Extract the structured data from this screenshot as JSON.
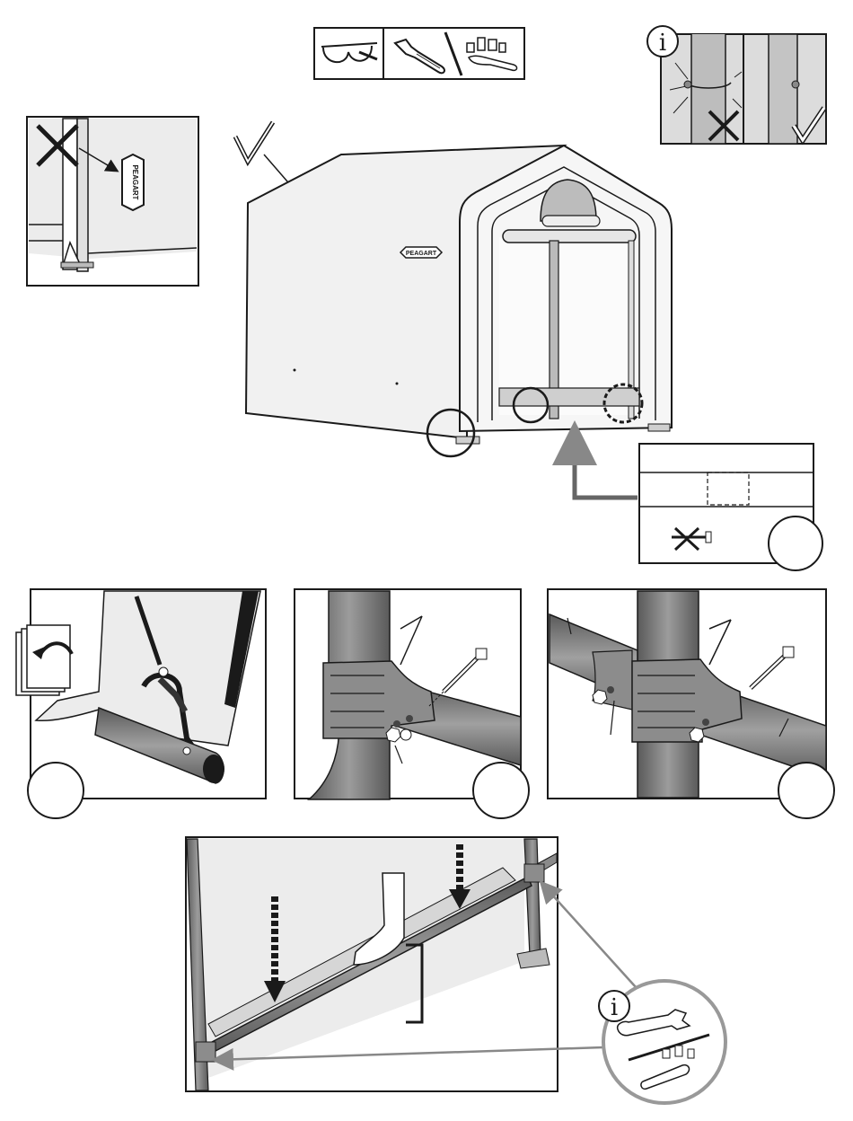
{
  "brand": {
    "logo_text": "PEAGART",
    "logo_text_small": "PEAGART"
  },
  "tools": {
    "items": [
      "safety-glasses-icon",
      "adjustable-wrench-icon",
      "socket-wrench-set-icon"
    ]
  },
  "info_badges": {
    "top_right": "i",
    "bottom_right": "i"
  },
  "marks": {
    "wrong": "✗",
    "right": "✓"
  },
  "colors": {
    "line": "#1a1a1a",
    "tube_dark": "#6e6e6e",
    "tube_mid": "#9a9a9a",
    "fabric": "#efefef",
    "arrow_grey": "#777777"
  }
}
